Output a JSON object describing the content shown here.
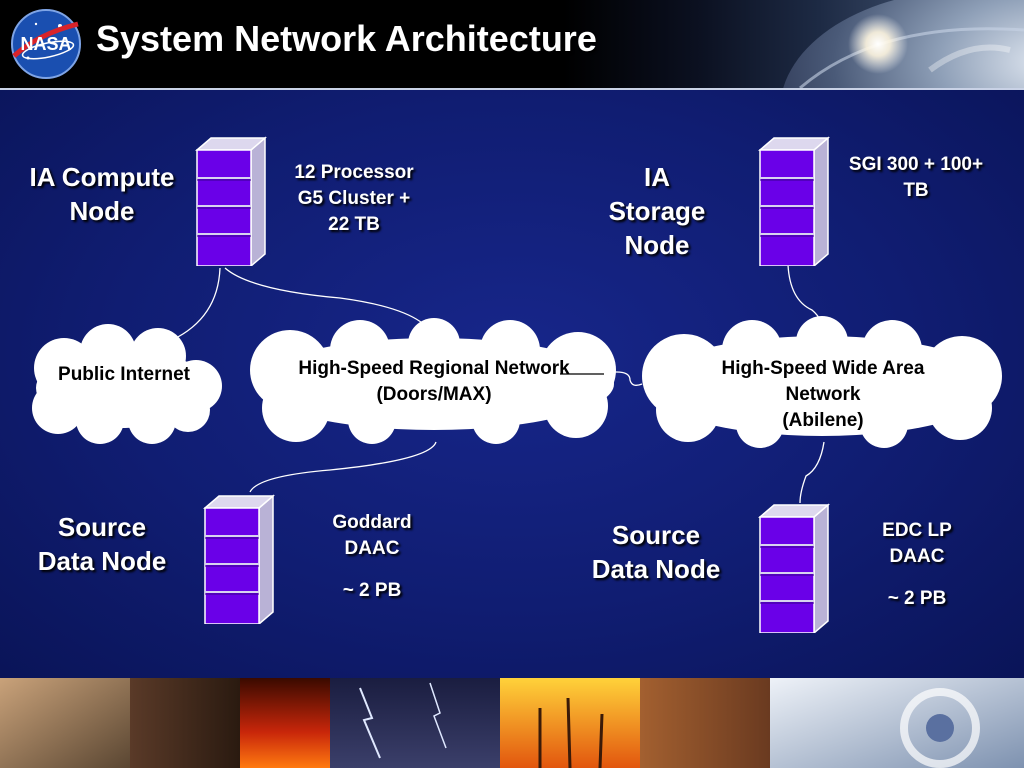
{
  "header": {
    "title": "System Network Architecture",
    "logo_text": "NASA"
  },
  "nodes": {
    "ia_compute": {
      "label": "IA Compute Node",
      "spec": "12 Processor G5 Cluster + 22 TB"
    },
    "ia_storage": {
      "label": "IA Storage Node",
      "spec": "SGI 300 + 100+ TB"
    },
    "source_left": {
      "label": "Source Data Node",
      "spec_name": "Goddard DAAC",
      "spec_size": "~ 2 PB"
    },
    "source_right": {
      "label": "Source Data Node",
      "spec_name": "EDC LP DAAC",
      "spec_size": "~ 2 PB"
    }
  },
  "networks": {
    "public": "Public Internet",
    "regional": {
      "name": "High-Speed Regional Network",
      "sub": "(Doors/MAX)"
    },
    "wide": {
      "name": "High-Speed Wide Area Network",
      "sub": "(Abilene)"
    }
  },
  "colors": {
    "background": "#0f1a66",
    "server_face": "#6a00e8",
    "server_side": "#b9b2d6",
    "cloud": "#ffffff",
    "text": "#ffffff"
  },
  "icons": [
    "nasa-logo",
    "server-icon",
    "cloud-icon",
    "planet-image",
    "footer-photo-strip"
  ]
}
